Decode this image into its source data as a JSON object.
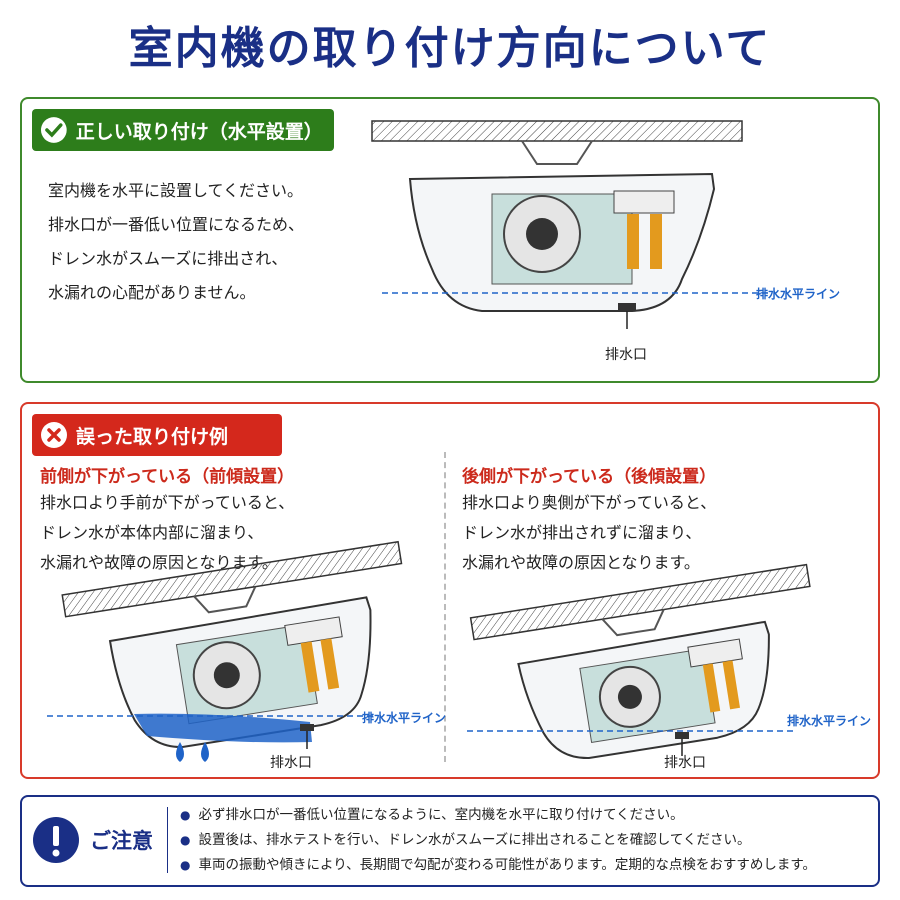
{
  "title": "室内機の取り付け方向について",
  "correct": {
    "badge": "正しい取り付け（水平設置）",
    "lines": [
      "室内機を水平に設置してください。",
      "排水口が一番低い位置になるため、",
      "ドレン水がスムーズに排出され、",
      "水漏れの心配がありません。"
    ],
    "drain_line_label": "排水水平ライン",
    "drain_label": "排水口"
  },
  "wrong": {
    "badge": "誤った取り付け例",
    "front": {
      "heading": "前側が下がっている（前傾設置）",
      "lines": [
        "排水口より手前が下がっていると、",
        "ドレン水が本体内部に溜まり、",
        "水漏れや故障の原因となります。"
      ],
      "drain_line_label": "排水水平ライン",
      "drain_label": "排水口"
    },
    "back": {
      "heading": "後側が下がっている（後傾設置）",
      "lines": [
        "排水口より奥側が下がっていると、",
        "ドレン水が排出されずに溜まり、",
        "水漏れや故障の原因となります。"
      ],
      "drain_line_label": "排水水平ライン",
      "drain_label": "排水口"
    }
  },
  "note": {
    "heading": "ご注意",
    "items": [
      "必ず排水口が一番低い位置になるように、室内機を水平に取り付けてください。",
      "設置後は、排水テストを行い、ドレン水がスムーズに排出されることを確認してください。",
      "車両の振動や傾きにより、長期間で勾配が変わる可能性があります。定期的な点検をおすすめします。"
    ]
  },
  "colors": {
    "title": "#1a2f86",
    "ok": "#2d7d1b",
    "bad": "#d4281c",
    "water": "#1f63c8"
  }
}
